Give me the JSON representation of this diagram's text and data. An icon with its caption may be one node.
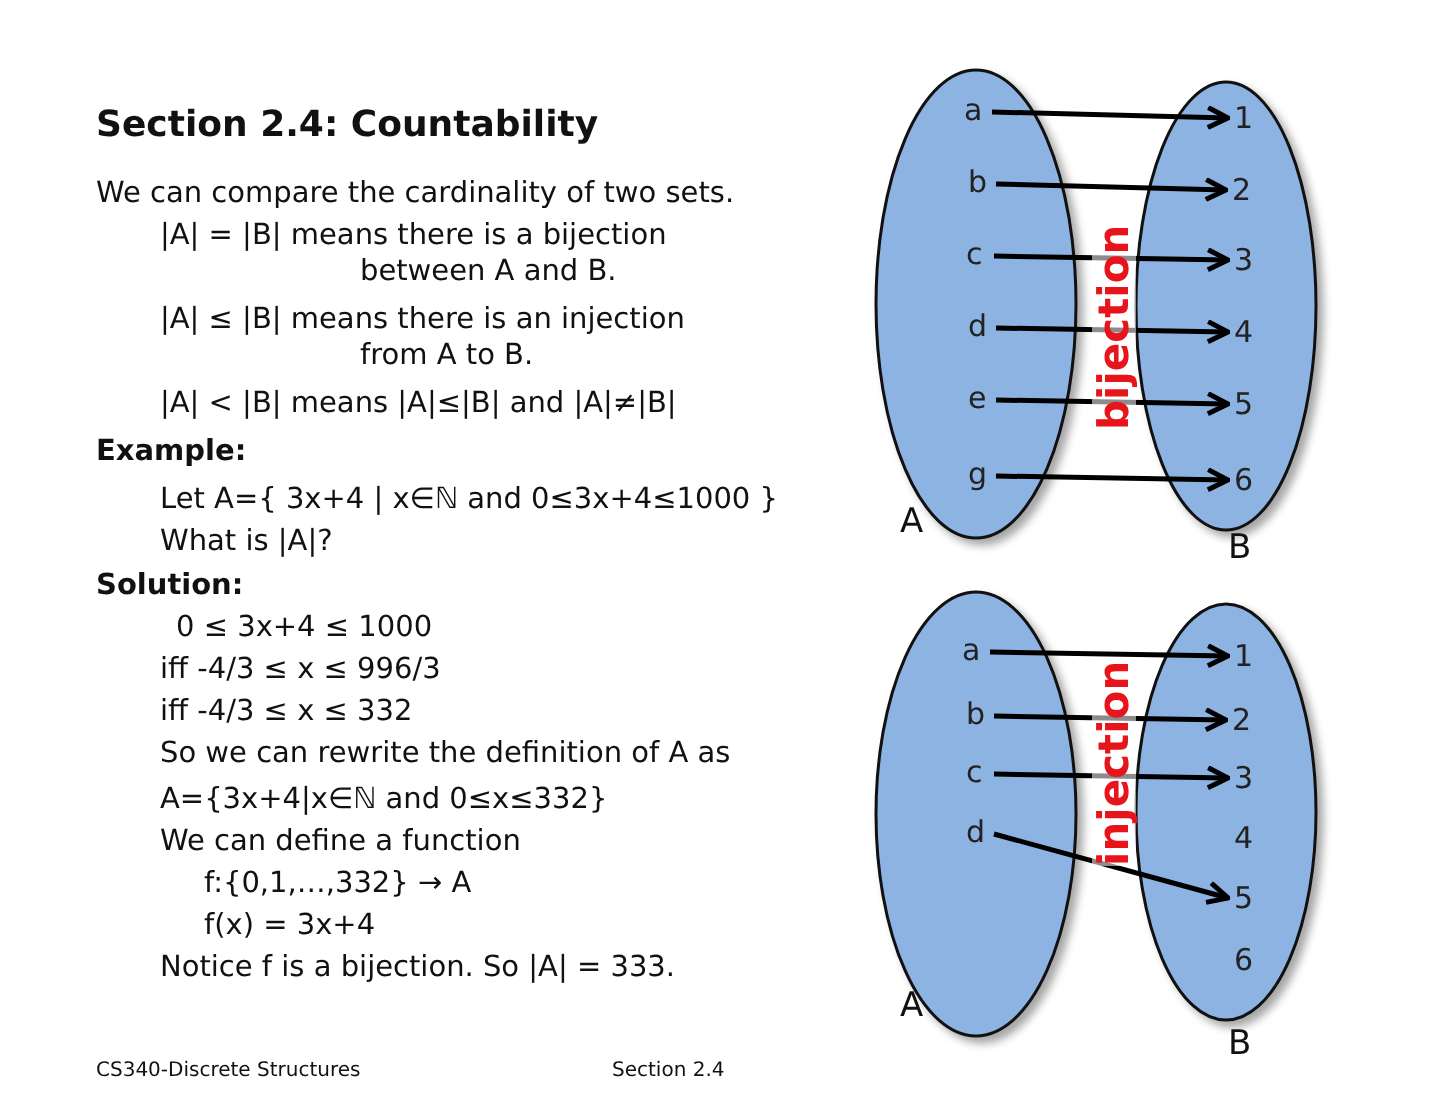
{
  "diagram": {
    "title": "Section 2.4: Countability",
    "nodes": [
      {
        "text": [
          "A"
        ]
      },
      {
        "text": [
          "a"
        ],
        "in": 0
      },
      {
        "text": [
          "b"
        ],
        "in": 0
      },
      {
        "text": [
          "c"
        ],
        "in": 0
      },
      {
        "text": [
          "d"
        ],
        "in": 0
      },
      {
        "text": [
          "e"
        ],
        "in": 0
      },
      {
        "text": [
          "g"
        ],
        "in": 0
      },
      {
        "text": [
          "B"
        ]
      },
      {
        "text": [
          "1"
        ],
        "in": 7
      },
      {
        "text": [
          "2"
        ],
        "in": 7
      },
      {
        "text": [
          "3"
        ],
        "in": 7
      },
      {
        "text": [
          "4"
        ],
        "in": 7
      },
      {
        "text": [
          "5"
        ],
        "in": 7
      },
      {
        "text": [
          "6"
        ],
        "in": 7
      },
      {
        "text": [
          "A"
        ]
      },
      {
        "text": [
          "a"
        ],
        "in": 14
      },
      {
        "text": [
          "b"
        ],
        "in": 14
      },
      {
        "text": [
          "c"
        ],
        "in": 14
      },
      {
        "text": [
          "d"
        ],
        "in": 14
      },
      {
        "text": [
          "B"
        ]
      },
      {
        "text": [
          "1"
        ],
        "in": 19
      },
      {
        "text": [
          "2"
        ],
        "in": 19
      },
      {
        "text": [
          "3"
        ],
        "in": 19
      },
      {
        "text": [
          "4"
        ],
        "in": 19
      },
      {
        "text": [
          "5"
        ],
        "in": 19
      },
      {
        "text": [
          "6"
        ],
        "in": 19
      }
    ],
    "edges": [
      {
        "from": 1,
        "to": 8,
        "arrow": "to"
      },
      {
        "from": 2,
        "to": 9,
        "arrow": "to"
      },
      {
        "from": 3,
        "to": 10,
        "arrow": "to"
      },
      {
        "from": 4,
        "to": 11,
        "arrow": "to"
      },
      {
        "from": 5,
        "to": 12,
        "arrow": "to"
      },
      {
        "from": 6,
        "to": 13,
        "arrow": "to"
      },
      {
        "from": 15,
        "to": 20,
        "arrow": "to"
      },
      {
        "from": 16,
        "to": 21,
        "arrow": "to"
      },
      {
        "from": 17,
        "to": 22,
        "arrow": "to"
      },
      {
        "from": 18,
        "to": 24,
        "arrow": "to"
      }
    ],
    "labels": [
      "We can compare the cardinality of two sets.",
      "|A| = |B| means there is a bijection between A and B.",
      "|A| ≤ |B| means there is an injection from A to B.",
      "|A| < |B| means |A|≤|B| and |A|≠|B|",
      "Example:",
      "Let A={ 3x+4 | x∈ℕ and 0≤3x+4≤1000 }",
      "What is |A|?",
      "Solution:",
      "0 ≤ 3x+4 ≤ 1000",
      "iff -4/3 ≤ x ≤ 996/3",
      "iff -4/3 ≤ x ≤ 332",
      "So we can rewrite the definition of A as",
      "A={3x+4|x∈ℕ and 0≤x≤332}",
      "We can define a function",
      "f:{0,1,…,332} → A",
      "f(x) = 3x+4",
      "Notice f is a bijection. So |A| = 333.",
      "bijection",
      "injection",
      "CS340-Discrete Structures",
      "Section 2.4"
    ]
  }
}
